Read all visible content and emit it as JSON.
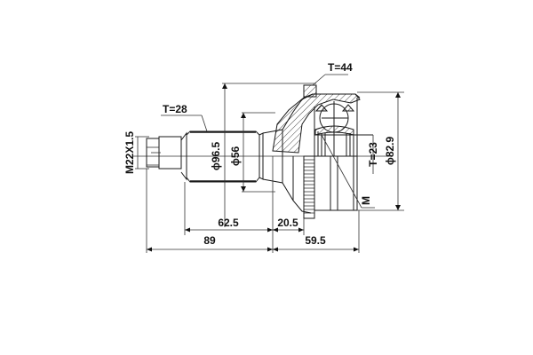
{
  "drawing": {
    "title": "CV joint outer (drive shaft) dimensional drawing",
    "labels": {
      "thread": "M22X1.5",
      "spline_outer": "T=28",
      "bell_teeth": "T=44",
      "inner_spline": "T=23",
      "outer_diameter_large": "ϕ96.5",
      "outer_diameter_shaft": "ϕ56",
      "bell_diameter": "ϕ82.9",
      "marker": "M"
    },
    "dimensions": {
      "shaft_length": "62.5",
      "abs_ring_width": "20.5",
      "overall_left": "89",
      "overall_right": "59.5"
    }
  }
}
